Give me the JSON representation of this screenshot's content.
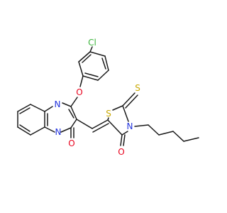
{
  "atoms": {
    "Cl": {
      "label": "Cl",
      "color": "#3cb43c"
    },
    "O_ether": {
      "label": "O",
      "color": "#e8001c"
    },
    "N_ring": {
      "label": "N",
      "color": "#2233dd"
    },
    "N_bridge": {
      "label": "N",
      "color": "#2233dd"
    },
    "O_ketone1": {
      "label": "O",
      "color": "#e8001c"
    },
    "S_ring": {
      "label": "S",
      "color": "#c8a800"
    },
    "S_thione": {
      "label": "S",
      "color": "#c8a800"
    },
    "N_thiaz": {
      "label": "N",
      "color": "#2233dd"
    },
    "O_ketone2": {
      "label": "O",
      "color": "#e8001c"
    }
  },
  "colors": {
    "bond": "#1a1a1a",
    "background": "#ffffff"
  }
}
